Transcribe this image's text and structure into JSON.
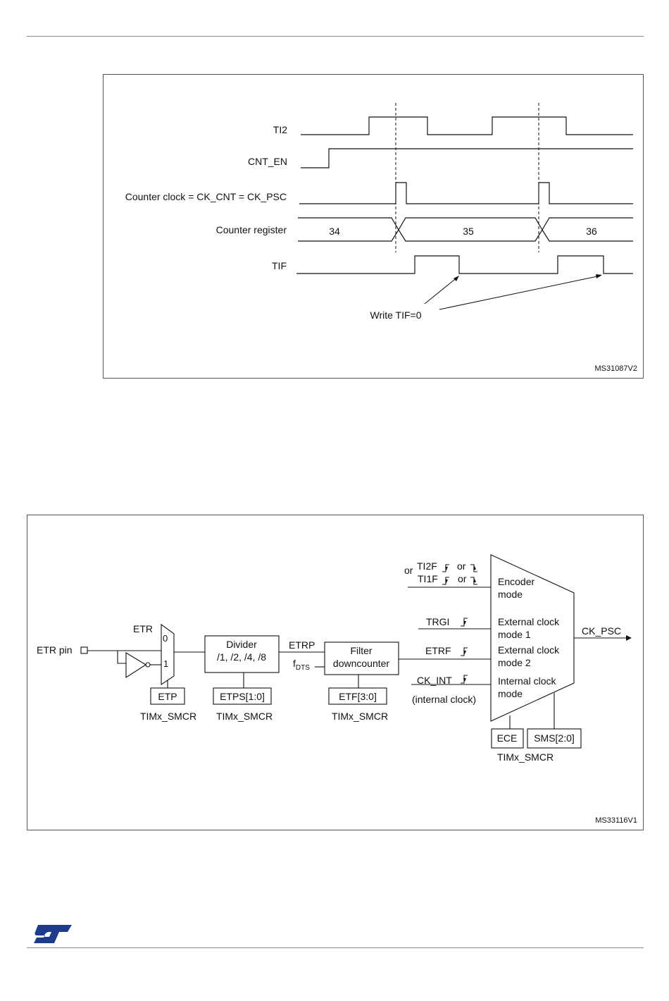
{
  "timing": {
    "signals": {
      "ti2": "TI2",
      "cnt_en": "CNT_EN",
      "clock": "Counter clock = CK_CNT = CK_PSC",
      "register": "Counter register",
      "tif": "TIF"
    },
    "counter_values": [
      "34",
      "35",
      "36"
    ],
    "annotation": "Write TIF=0",
    "figure_id": "MS31087V2"
  },
  "block": {
    "etr_pin": "ETR pin",
    "etr": "ETR",
    "mux_in0": "0",
    "mux_in1": "1",
    "etp": "ETP",
    "divider_l1": "Divider",
    "divider_l2": "/1, /2, /4, /8",
    "etps": "ETPS[1:0]",
    "etrp": "ETRP",
    "fdts_f": "f",
    "fdts_sub": "DTS",
    "filter_l1": "Filter",
    "filter_l2": "downcounter",
    "etf": "ETF[3:0]",
    "smcr1": "TIMx_SMCR",
    "smcr2": "TIMx_SMCR",
    "smcr3": "TIMx_SMCR",
    "smcr4": "TIMx_SMCR",
    "or_left": "or",
    "ti2f": "TI2F",
    "ti1f": "TI1F",
    "or1": "or",
    "or2": "or",
    "trgi": "TRGI",
    "etrf": "ETRF",
    "ck_int": "CK_INT",
    "internal_clock": "(internal clock)",
    "enc_l1": "Encoder",
    "enc_l2": "mode",
    "ext1_l1": "External clock",
    "ext1_l2": "mode 1",
    "ext2_l1": "External clock",
    "ext2_l2": "mode 2",
    "int_l1": "Internal clock",
    "int_l2": "mode",
    "ck_psc": "CK_PSC",
    "ece": "ECE",
    "sms": "SMS[2:0]",
    "figure_id": "MS33116V1"
  },
  "colors": {
    "logo": "#1e3c8c",
    "line": "#111111",
    "frame": "#555555"
  }
}
